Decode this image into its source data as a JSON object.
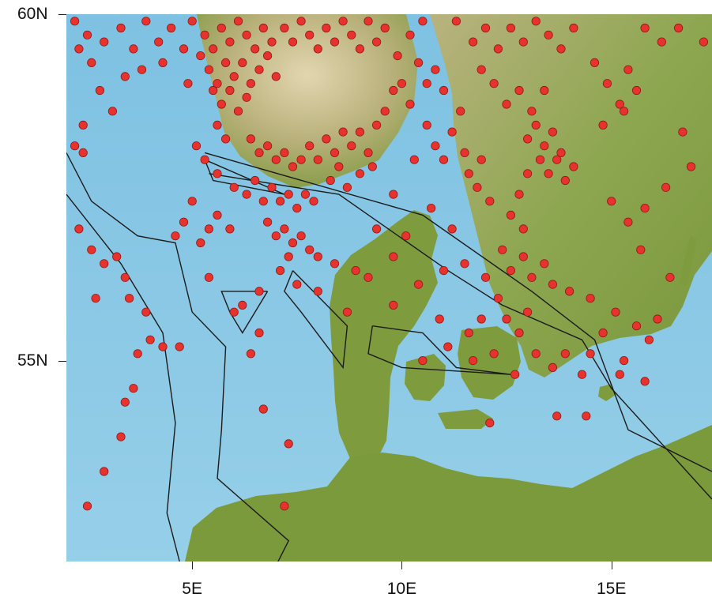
{
  "axes": {
    "x": {
      "ticks": [
        {
          "label": "5E",
          "lon": 5
        },
        {
          "label": "10E",
          "lon": 10
        },
        {
          "label": "15E",
          "lon": 15
        }
      ]
    },
    "y": {
      "ticks": [
        {
          "label": "60N",
          "lat": 60
        },
        {
          "label": "55N",
          "lat": 55
        }
      ]
    },
    "lon_range": [
      2,
      17.4
    ],
    "lat_range": [
      52.1,
      60
    ]
  },
  "colors": {
    "sea": "#8ac8e4",
    "land_low": "#7d9a3c",
    "land_high": "#d7caa1",
    "point": "#e8322e",
    "point_edge": "#8d1a16",
    "outline": "#1b1b1b"
  },
  "point_symbol": "red-circle",
  "points": [
    [
      2.2,
      59.9
    ],
    [
      2.5,
      59.7
    ],
    [
      2.3,
      59.5
    ],
    [
      2.6,
      59.3
    ],
    [
      2.9,
      59.6
    ],
    [
      3.3,
      59.8
    ],
    [
      3.6,
      59.5
    ],
    [
      3.9,
      59.9
    ],
    [
      4.2,
      59.6
    ],
    [
      4.5,
      59.8
    ],
    [
      4.8,
      59.5
    ],
    [
      4.3,
      59.3
    ],
    [
      3.8,
      59.2
    ],
    [
      3.4,
      59.1
    ],
    [
      2.8,
      58.9
    ],
    [
      3.1,
      58.6
    ],
    [
      2.4,
      58.4
    ],
    [
      4.9,
      59.0
    ],
    [
      2.2,
      58.1
    ],
    [
      2.4,
      58.0
    ],
    [
      5.0,
      59.9
    ],
    [
      5.3,
      59.7
    ],
    [
      5.5,
      59.5
    ],
    [
      5.7,
      59.8
    ],
    [
      5.9,
      59.6
    ],
    [
      6.1,
      59.9
    ],
    [
      6.3,
      59.7
    ],
    [
      6.5,
      59.5
    ],
    [
      6.7,
      59.8
    ],
    [
      6.9,
      59.6
    ],
    [
      5.2,
      59.4
    ],
    [
      5.4,
      59.2
    ],
    [
      5.6,
      59.0
    ],
    [
      5.8,
      59.3
    ],
    [
      6.0,
      59.1
    ],
    [
      6.2,
      59.3
    ],
    [
      6.4,
      59.0
    ],
    [
      6.6,
      59.2
    ],
    [
      6.8,
      59.4
    ],
    [
      7.0,
      59.1
    ],
    [
      5.5,
      58.9
    ],
    [
      5.7,
      58.7
    ],
    [
      5.9,
      58.9
    ],
    [
      6.1,
      58.6
    ],
    [
      6.3,
      58.8
    ],
    [
      5.6,
      58.4
    ],
    [
      5.8,
      58.2
    ],
    [
      5.3,
      57.9
    ],
    [
      5.1,
      58.1
    ],
    [
      5.6,
      57.7
    ],
    [
      7.2,
      59.8
    ],
    [
      7.4,
      59.6
    ],
    [
      7.6,
      59.9
    ],
    [
      7.8,
      59.7
    ],
    [
      8.0,
      59.5
    ],
    [
      8.2,
      59.8
    ],
    [
      8.4,
      59.6
    ],
    [
      8.6,
      59.9
    ],
    [
      8.8,
      59.7
    ],
    [
      9.0,
      59.5
    ],
    [
      9.2,
      59.9
    ],
    [
      9.4,
      59.6
    ],
    [
      9.6,
      59.8
    ],
    [
      9.9,
      59.4
    ],
    [
      10.2,
      59.7
    ],
    [
      10.5,
      59.9
    ],
    [
      10.4,
      59.3
    ],
    [
      10.6,
      59.0
    ],
    [
      10.8,
      59.2
    ],
    [
      11.0,
      58.9
    ],
    [
      6.4,
      58.2
    ],
    [
      6.6,
      58.0
    ],
    [
      6.8,
      58.1
    ],
    [
      7.0,
      57.9
    ],
    [
      7.2,
      58.0
    ],
    [
      7.4,
      57.8
    ],
    [
      7.6,
      57.9
    ],
    [
      7.8,
      58.1
    ],
    [
      8.0,
      57.9
    ],
    [
      8.2,
      58.2
    ],
    [
      8.4,
      58.0
    ],
    [
      8.6,
      58.3
    ],
    [
      8.8,
      58.1
    ],
    [
      9.0,
      58.3
    ],
    [
      9.2,
      58.0
    ],
    [
      9.4,
      58.4
    ],
    [
      9.6,
      58.6
    ],
    [
      9.8,
      58.9
    ],
    [
      10.0,
      59.0
    ],
    [
      10.2,
      58.7
    ],
    [
      6.0,
      57.5
    ],
    [
      6.3,
      57.4
    ],
    [
      6.5,
      57.6
    ],
    [
      6.7,
      57.3
    ],
    [
      6.9,
      57.5
    ],
    [
      7.1,
      57.3
    ],
    [
      7.3,
      57.4
    ],
    [
      7.5,
      57.2
    ],
    [
      7.7,
      57.4
    ],
    [
      7.9,
      57.3
    ],
    [
      6.8,
      57.0
    ],
    [
      7.0,
      56.8
    ],
    [
      7.2,
      56.9
    ],
    [
      7.4,
      56.7
    ],
    [
      7.6,
      56.8
    ],
    [
      7.8,
      56.6
    ],
    [
      8.0,
      56.5
    ],
    [
      7.3,
      56.5
    ],
    [
      7.1,
      56.3
    ],
    [
      7.5,
      56.1
    ],
    [
      8.3,
      57.6
    ],
    [
      8.5,
      57.8
    ],
    [
      8.7,
      57.5
    ],
    [
      9.0,
      57.7
    ],
    [
      9.3,
      57.8
    ],
    [
      8.4,
      56.4
    ],
    [
      8.9,
      56.3
    ],
    [
      9.2,
      56.2
    ],
    [
      6.6,
      56.0
    ],
    [
      6.2,
      55.8
    ],
    [
      5.0,
      57.3
    ],
    [
      4.8,
      57.0
    ],
    [
      4.6,
      56.8
    ],
    [
      5.2,
      56.7
    ],
    [
      5.4,
      56.9
    ],
    [
      5.6,
      57.1
    ],
    [
      6.4,
      55.1
    ],
    [
      6.0,
      55.7
    ],
    [
      6.6,
      55.4
    ],
    [
      3.5,
      55.9
    ],
    [
      10.6,
      58.4
    ],
    [
      10.8,
      58.1
    ],
    [
      11.0,
      57.9
    ],
    [
      11.2,
      58.3
    ],
    [
      11.4,
      58.6
    ],
    [
      11.5,
      58.0
    ],
    [
      11.6,
      57.7
    ],
    [
      11.8,
      57.5
    ],
    [
      11.9,
      57.9
    ],
    [
      12.1,
      57.3
    ],
    [
      11.3,
      59.9
    ],
    [
      11.7,
      59.6
    ],
    [
      12.0,
      59.8
    ],
    [
      12.3,
      59.5
    ],
    [
      12.6,
      59.8
    ],
    [
      12.9,
      59.6
    ],
    [
      13.2,
      59.9
    ],
    [
      13.5,
      59.7
    ],
    [
      13.8,
      59.5
    ],
    [
      14.1,
      59.8
    ],
    [
      11.9,
      59.2
    ],
    [
      12.2,
      59.0
    ],
    [
      12.5,
      58.7
    ],
    [
      12.8,
      58.9
    ],
    [
      13.1,
      58.6
    ],
    [
      13.4,
      58.9
    ],
    [
      13.0,
      58.2
    ],
    [
      13.2,
      58.4
    ],
    [
      13.4,
      58.1
    ],
    [
      13.6,
      58.3
    ],
    [
      13.8,
      58.0
    ],
    [
      13.3,
      57.9
    ],
    [
      13.5,
      57.7
    ],
    [
      13.7,
      57.9
    ],
    [
      13.9,
      57.6
    ],
    [
      14.1,
      57.8
    ],
    [
      13.0,
      57.7
    ],
    [
      12.8,
      57.4
    ],
    [
      12.6,
      57.1
    ],
    [
      12.9,
      56.9
    ],
    [
      12.4,
      56.6
    ],
    [
      12.6,
      56.3
    ],
    [
      12.9,
      56.5
    ],
    [
      13.1,
      56.2
    ],
    [
      13.4,
      56.4
    ],
    [
      13.6,
      56.1
    ],
    [
      12.3,
      55.9
    ],
    [
      12.5,
      55.6
    ],
    [
      12.8,
      55.4
    ],
    [
      13.0,
      55.7
    ],
    [
      14.6,
      59.3
    ],
    [
      14.9,
      59.0
    ],
    [
      15.2,
      58.7
    ],
    [
      15.4,
      59.2
    ],
    [
      15.6,
      58.9
    ],
    [
      15.3,
      58.6
    ],
    [
      14.8,
      58.4
    ],
    [
      15.8,
      59.8
    ],
    [
      16.2,
      59.6
    ],
    [
      16.6,
      59.8
    ],
    [
      15.0,
      57.3
    ],
    [
      15.4,
      57.0
    ],
    [
      15.8,
      57.2
    ],
    [
      15.7,
      56.6
    ],
    [
      16.3,
      57.5
    ],
    [
      16.7,
      58.3
    ],
    [
      17.2,
      59.6
    ],
    [
      14.0,
      56.0
    ],
    [
      14.5,
      55.9
    ],
    [
      15.1,
      55.7
    ],
    [
      14.8,
      55.4
    ],
    [
      15.6,
      55.5
    ],
    [
      15.9,
      55.3
    ],
    [
      16.1,
      55.6
    ],
    [
      15.3,
      55.0
    ],
    [
      15.2,
      54.8
    ],
    [
      16.4,
      56.2
    ],
    [
      16.9,
      57.8
    ],
    [
      10.5,
      55.0
    ],
    [
      11.1,
      55.2
    ],
    [
      11.6,
      55.4
    ],
    [
      11.9,
      55.6
    ],
    [
      11.7,
      55.0
    ],
    [
      12.2,
      55.1
    ],
    [
      12.7,
      54.8
    ],
    [
      13.2,
      55.1
    ],
    [
      13.6,
      54.9
    ],
    [
      13.9,
      55.1
    ],
    [
      14.5,
      55.1
    ],
    [
      10.9,
      55.6
    ],
    [
      9.8,
      55.8
    ],
    [
      10.4,
      56.1
    ],
    [
      11.0,
      56.3
    ],
    [
      11.5,
      56.4
    ],
    [
      12.0,
      56.2
    ],
    [
      10.1,
      56.8
    ],
    [
      9.8,
      57.4
    ],
    [
      10.3,
      57.9
    ],
    [
      10.7,
      57.2
    ],
    [
      11.2,
      56.9
    ],
    [
      2.3,
      56.9
    ],
    [
      2.6,
      56.6
    ],
    [
      2.9,
      56.4
    ],
    [
      3.2,
      56.5
    ],
    [
      3.4,
      56.2
    ],
    [
      2.7,
      55.9
    ],
    [
      3.7,
      55.1
    ],
    [
      4.0,
      55.3
    ],
    [
      4.3,
      55.2
    ],
    [
      4.7,
      55.2
    ],
    [
      3.6,
      54.6
    ],
    [
      3.4,
      54.4
    ],
    [
      3.3,
      53.9
    ],
    [
      2.9,
      53.4
    ],
    [
      2.5,
      52.9
    ],
    [
      7.2,
      52.9
    ],
    [
      7.3,
      53.8
    ],
    [
      6.7,
      54.3
    ],
    [
      12.1,
      54.1
    ],
    [
      13.7,
      54.2
    ],
    [
      14.3,
      54.8
    ],
    [
      14.4,
      54.2
    ],
    [
      15.8,
      54.7
    ],
    [
      3.9,
      55.7
    ],
    [
      5.4,
      56.2
    ],
    [
      5.9,
      56.9
    ],
    [
      8.0,
      56.0
    ],
    [
      8.7,
      55.7
    ],
    [
      9.4,
      56.9
    ],
    [
      9.8,
      56.5
    ]
  ],
  "regions": [
    [
      [
        2,
        58.0
      ],
      [
        2.6,
        57.3
      ],
      [
        3.7,
        56.8
      ],
      [
        4.6,
        56.7
      ],
      [
        5.0,
        55.7
      ],
      [
        5.8,
        55.2
      ],
      [
        5.7,
        54.0
      ],
      [
        5.6,
        53.3
      ],
      [
        7.3,
        52.4
      ],
      [
        6.8,
        51.8
      ]
    ],
    [
      [
        2,
        57.4
      ],
      [
        3.3,
        56.4
      ],
      [
        4.3,
        55.4
      ],
      [
        4.6,
        54.1
      ],
      [
        4.4,
        52.8
      ],
      [
        4.7,
        52.1
      ]
    ],
    [
      [
        5.3,
        58.0
      ],
      [
        10.5,
        57.1
      ],
      [
        13.1,
        56.0
      ],
      [
        14.6,
        55.3
      ],
      [
        15.4,
        54.0
      ],
      [
        17.4,
        53.4
      ]
    ],
    [
      [
        5.4,
        57.7
      ],
      [
        8.5,
        57.4
      ],
      [
        11.1,
        56.3
      ],
      [
        12.4,
        55.8
      ],
      [
        14.3,
        55.3
      ],
      [
        15.0,
        54.6
      ],
      [
        17.4,
        53.0
      ]
    ],
    [
      [
        5.3,
        57.9
      ],
      [
        7.2,
        57.4
      ],
      [
        5.5,
        57.6
      ],
      [
        5.3,
        57.9
      ]
    ],
    [
      [
        6.8,
        56.0
      ],
      [
        6.2,
        55.4
      ],
      [
        5.9,
        55.7
      ],
      [
        5.7,
        56.0
      ],
      [
        6.8,
        56.0
      ]
    ],
    [
      [
        7.4,
        56.3
      ],
      [
        8.7,
        55.5
      ],
      [
        8.6,
        54.9
      ],
      [
        7.6,
        55.7
      ],
      [
        7.2,
        56.0
      ],
      [
        7.4,
        56.3
      ]
    ],
    [
      [
        9.3,
        55.5
      ],
      [
        10.5,
        55.4
      ],
      [
        11.3,
        54.9
      ],
      [
        12.6,
        54.8
      ],
      [
        10.0,
        54.9
      ],
      [
        9.2,
        55.1
      ],
      [
        9.3,
        55.5
      ]
    ]
  ]
}
